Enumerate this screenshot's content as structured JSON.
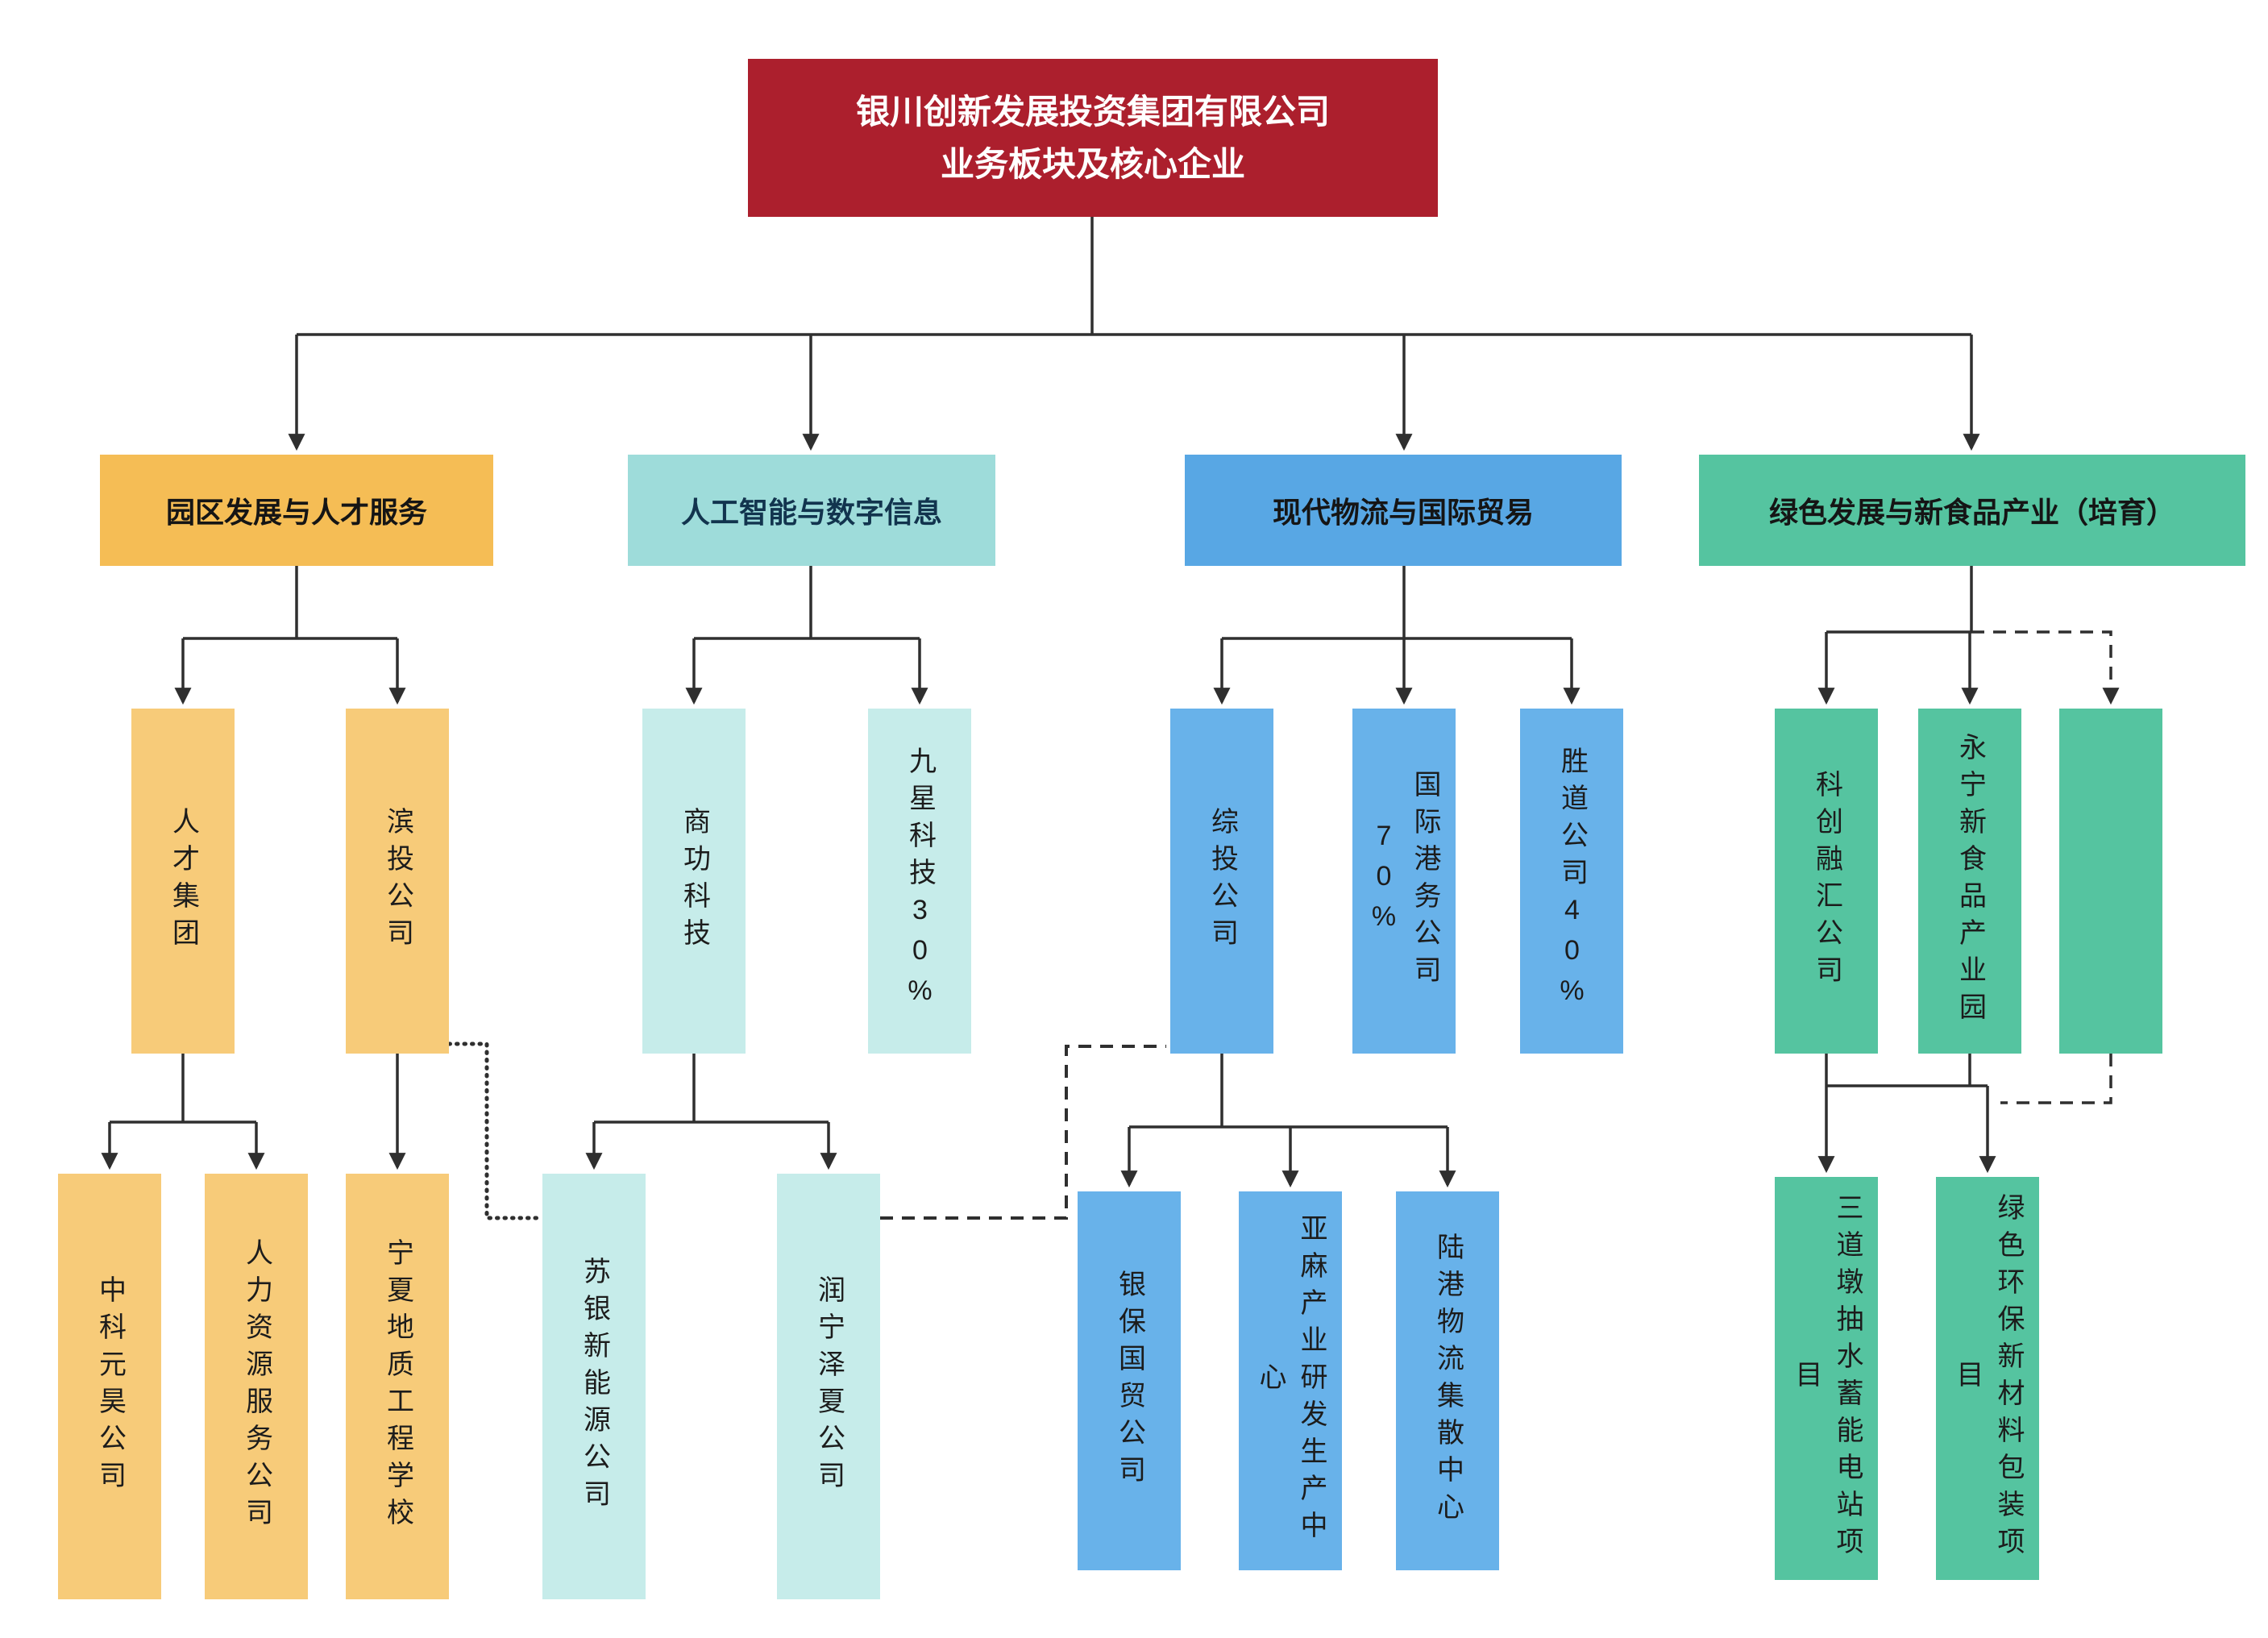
{
  "title": {
    "line1": "银川创新发展投资集团有限公司",
    "line2": "业务板块及核心企业"
  },
  "branches": [
    {
      "label": "园区发展与人才服务",
      "nodes": [
        "人才集团",
        "滨投公司"
      ],
      "leaves": [
        "中科元昊公司",
        "人力资源服务公司",
        "宁夏地质工程学校"
      ]
    },
    {
      "label": "人工智能与数字信息",
      "nodes": [
        "商功科技",
        "九星科技30%"
      ],
      "leaves": [
        "苏银新能源公司",
        "润宁泽夏公司"
      ]
    },
    {
      "label": "现代物流与国际贸易",
      "nodes": [
        "综投公司",
        "国际港务公司70%",
        "胜道公司40%"
      ],
      "leaves": [
        "银保国贸公司",
        "亚麻产业研发生产中心",
        "陆港物流集散中心"
      ]
    },
    {
      "label": "绿色发展与新食品产业（培育）",
      "nodes": [
        "科创融汇公司",
        "永宁新食品产业园",
        ""
      ],
      "leaves": [
        "三道墩抽水蓄能电站项目",
        "绿色环保新材料包装项目"
      ]
    }
  ],
  "colors": {
    "root_bg": "#AC1F2D",
    "root_text": "#FFFFFF",
    "branch1_header_bg": "#F5BD55",
    "branch1_node_bg": "#F7CB79",
    "branch2_header_bg": "#9EDCDA",
    "branch2_node_bg": "#C6ECEA",
    "branch3_header_bg": "#58A7E4",
    "branch3_node_bg": "#68B2EA",
    "branch4_header_bg": "#55C4A0",
    "branch4_node_bg": "#55C4A0",
    "line": "#2F2F2F"
  }
}
